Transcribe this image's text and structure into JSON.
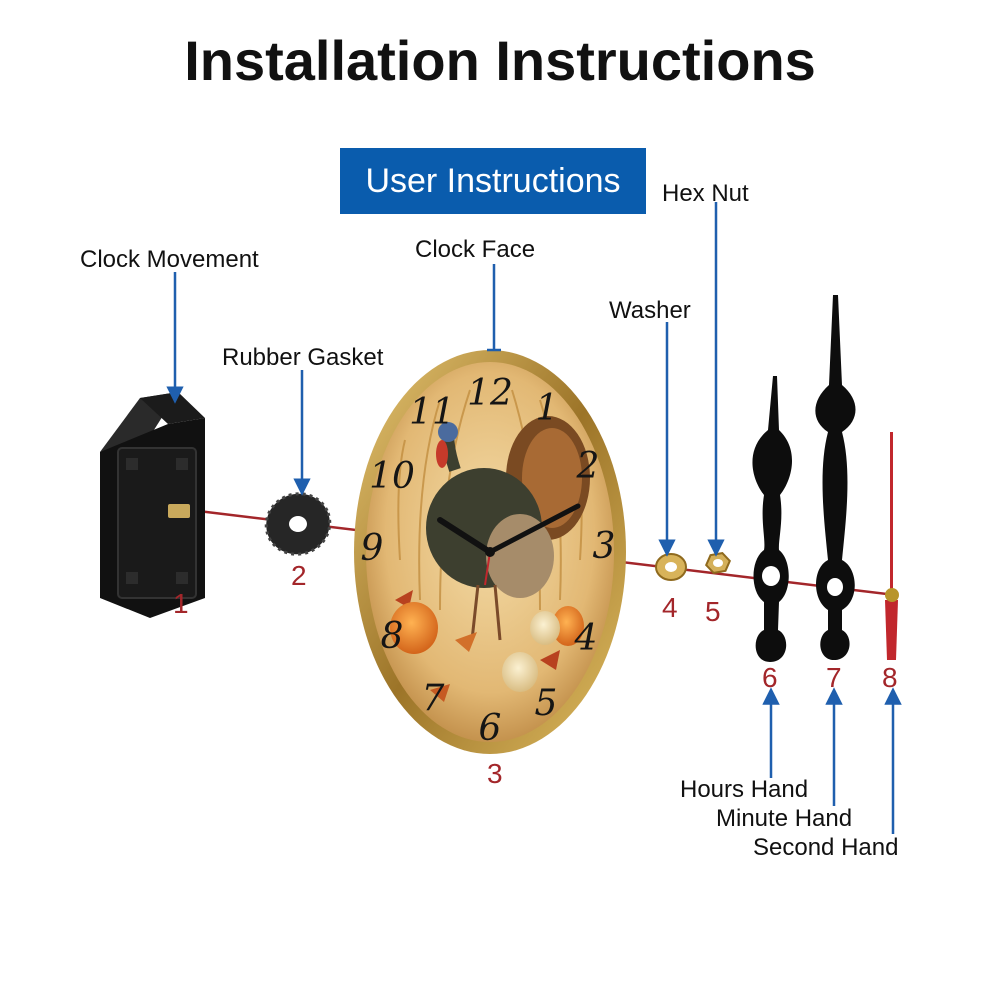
{
  "title": "Installation Instructions",
  "subtitle": "User Instructions",
  "colors": {
    "banner": "#0a5cad",
    "arrow": "#1f5fae",
    "shaft": "#a3262a",
    "number": "#a3262a"
  },
  "parts": [
    {
      "number": "1",
      "label": "Clock Movement"
    },
    {
      "number": "2",
      "label": "Rubber Gasket"
    },
    {
      "number": "3",
      "label": "Clock Face"
    },
    {
      "number": "4",
      "label": "Washer"
    },
    {
      "number": "5",
      "label": "Hex Nut"
    },
    {
      "number": "6",
      "label": "Hours Hand"
    },
    {
      "number": "7",
      "label": "Minute Hand"
    },
    {
      "number": "8",
      "label": "Second Hand"
    }
  ],
  "clock_numerals": [
    "12",
    "1",
    "2",
    "3",
    "4",
    "5",
    "6",
    "7",
    "8",
    "9",
    "10",
    "11"
  ]
}
